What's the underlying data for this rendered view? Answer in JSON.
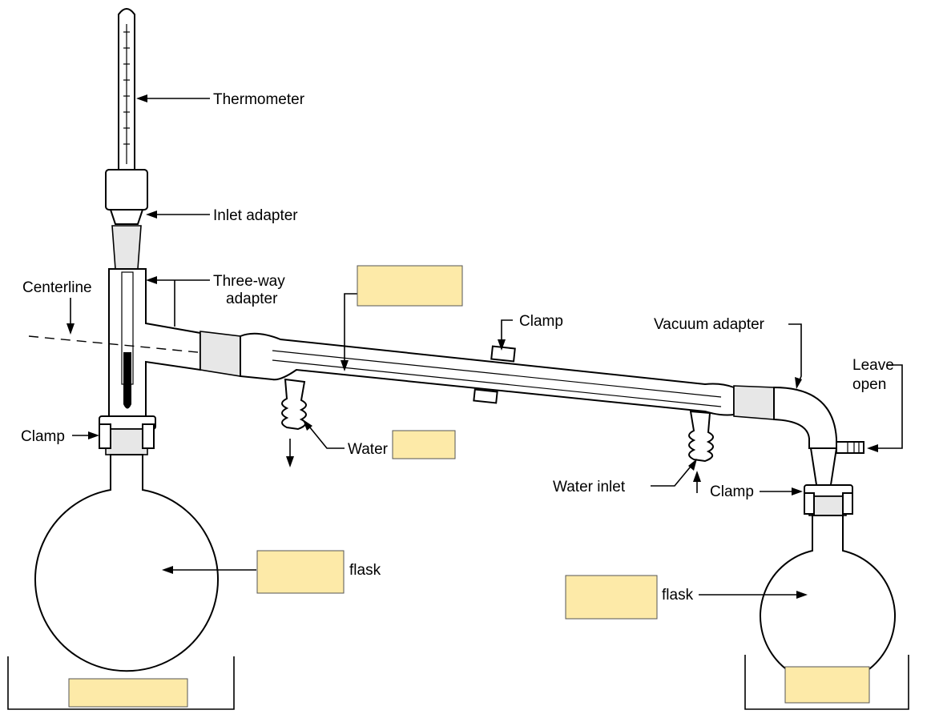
{
  "labels": {
    "thermometer": "Thermometer",
    "inlet_adapter": "Inlet adapter",
    "three_way_1": "Three-way",
    "three_way_2": "adapter",
    "centerline": "Centerline",
    "clamp_left": "Clamp",
    "clamp_condenser": "Clamp",
    "clamp_right": "Clamp",
    "water_outlet_prefix": "Water",
    "water_inlet": "Water inlet",
    "vacuum_adapter": "Vacuum adapter",
    "leave_open_1": "Leave",
    "leave_open_2": "open",
    "flask_left": "flask",
    "flask_right": "flask"
  },
  "answer_boxes": [
    {
      "id": "condenser-box",
      "text": ""
    },
    {
      "id": "water-outlet-box",
      "text": ""
    },
    {
      "id": "distilling-flask-box",
      "text": ""
    },
    {
      "id": "receiving-flask-box",
      "text": ""
    },
    {
      "id": "heat-source-box",
      "text": ""
    },
    {
      "id": "ice-bath-box",
      "text": ""
    }
  ],
  "colors": {
    "answer_box_fill": "#fdeaa8",
    "line": "#000000"
  }
}
